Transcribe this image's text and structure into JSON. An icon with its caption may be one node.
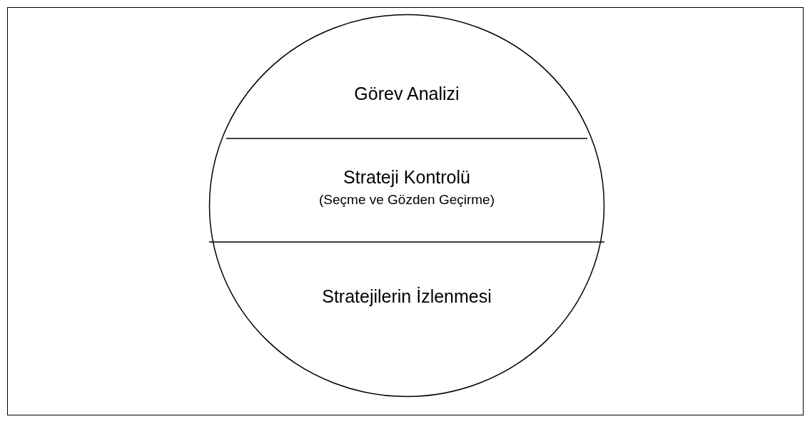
{
  "diagram": {
    "nodes": [
      {
        "text": [],
        "shape": "circle"
      },
      {
        "text": [
          "Görev Analizi"
        ],
        "in": 0
      },
      {
        "text": [
          "Strateji Kontrolü",
          "(Seçme ve Gözden Geçirme)"
        ],
        "in": 0
      },
      {
        "text": [
          "Stratejilerin İzlenmesi"
        ],
        "in": 0
      }
    ]
  }
}
